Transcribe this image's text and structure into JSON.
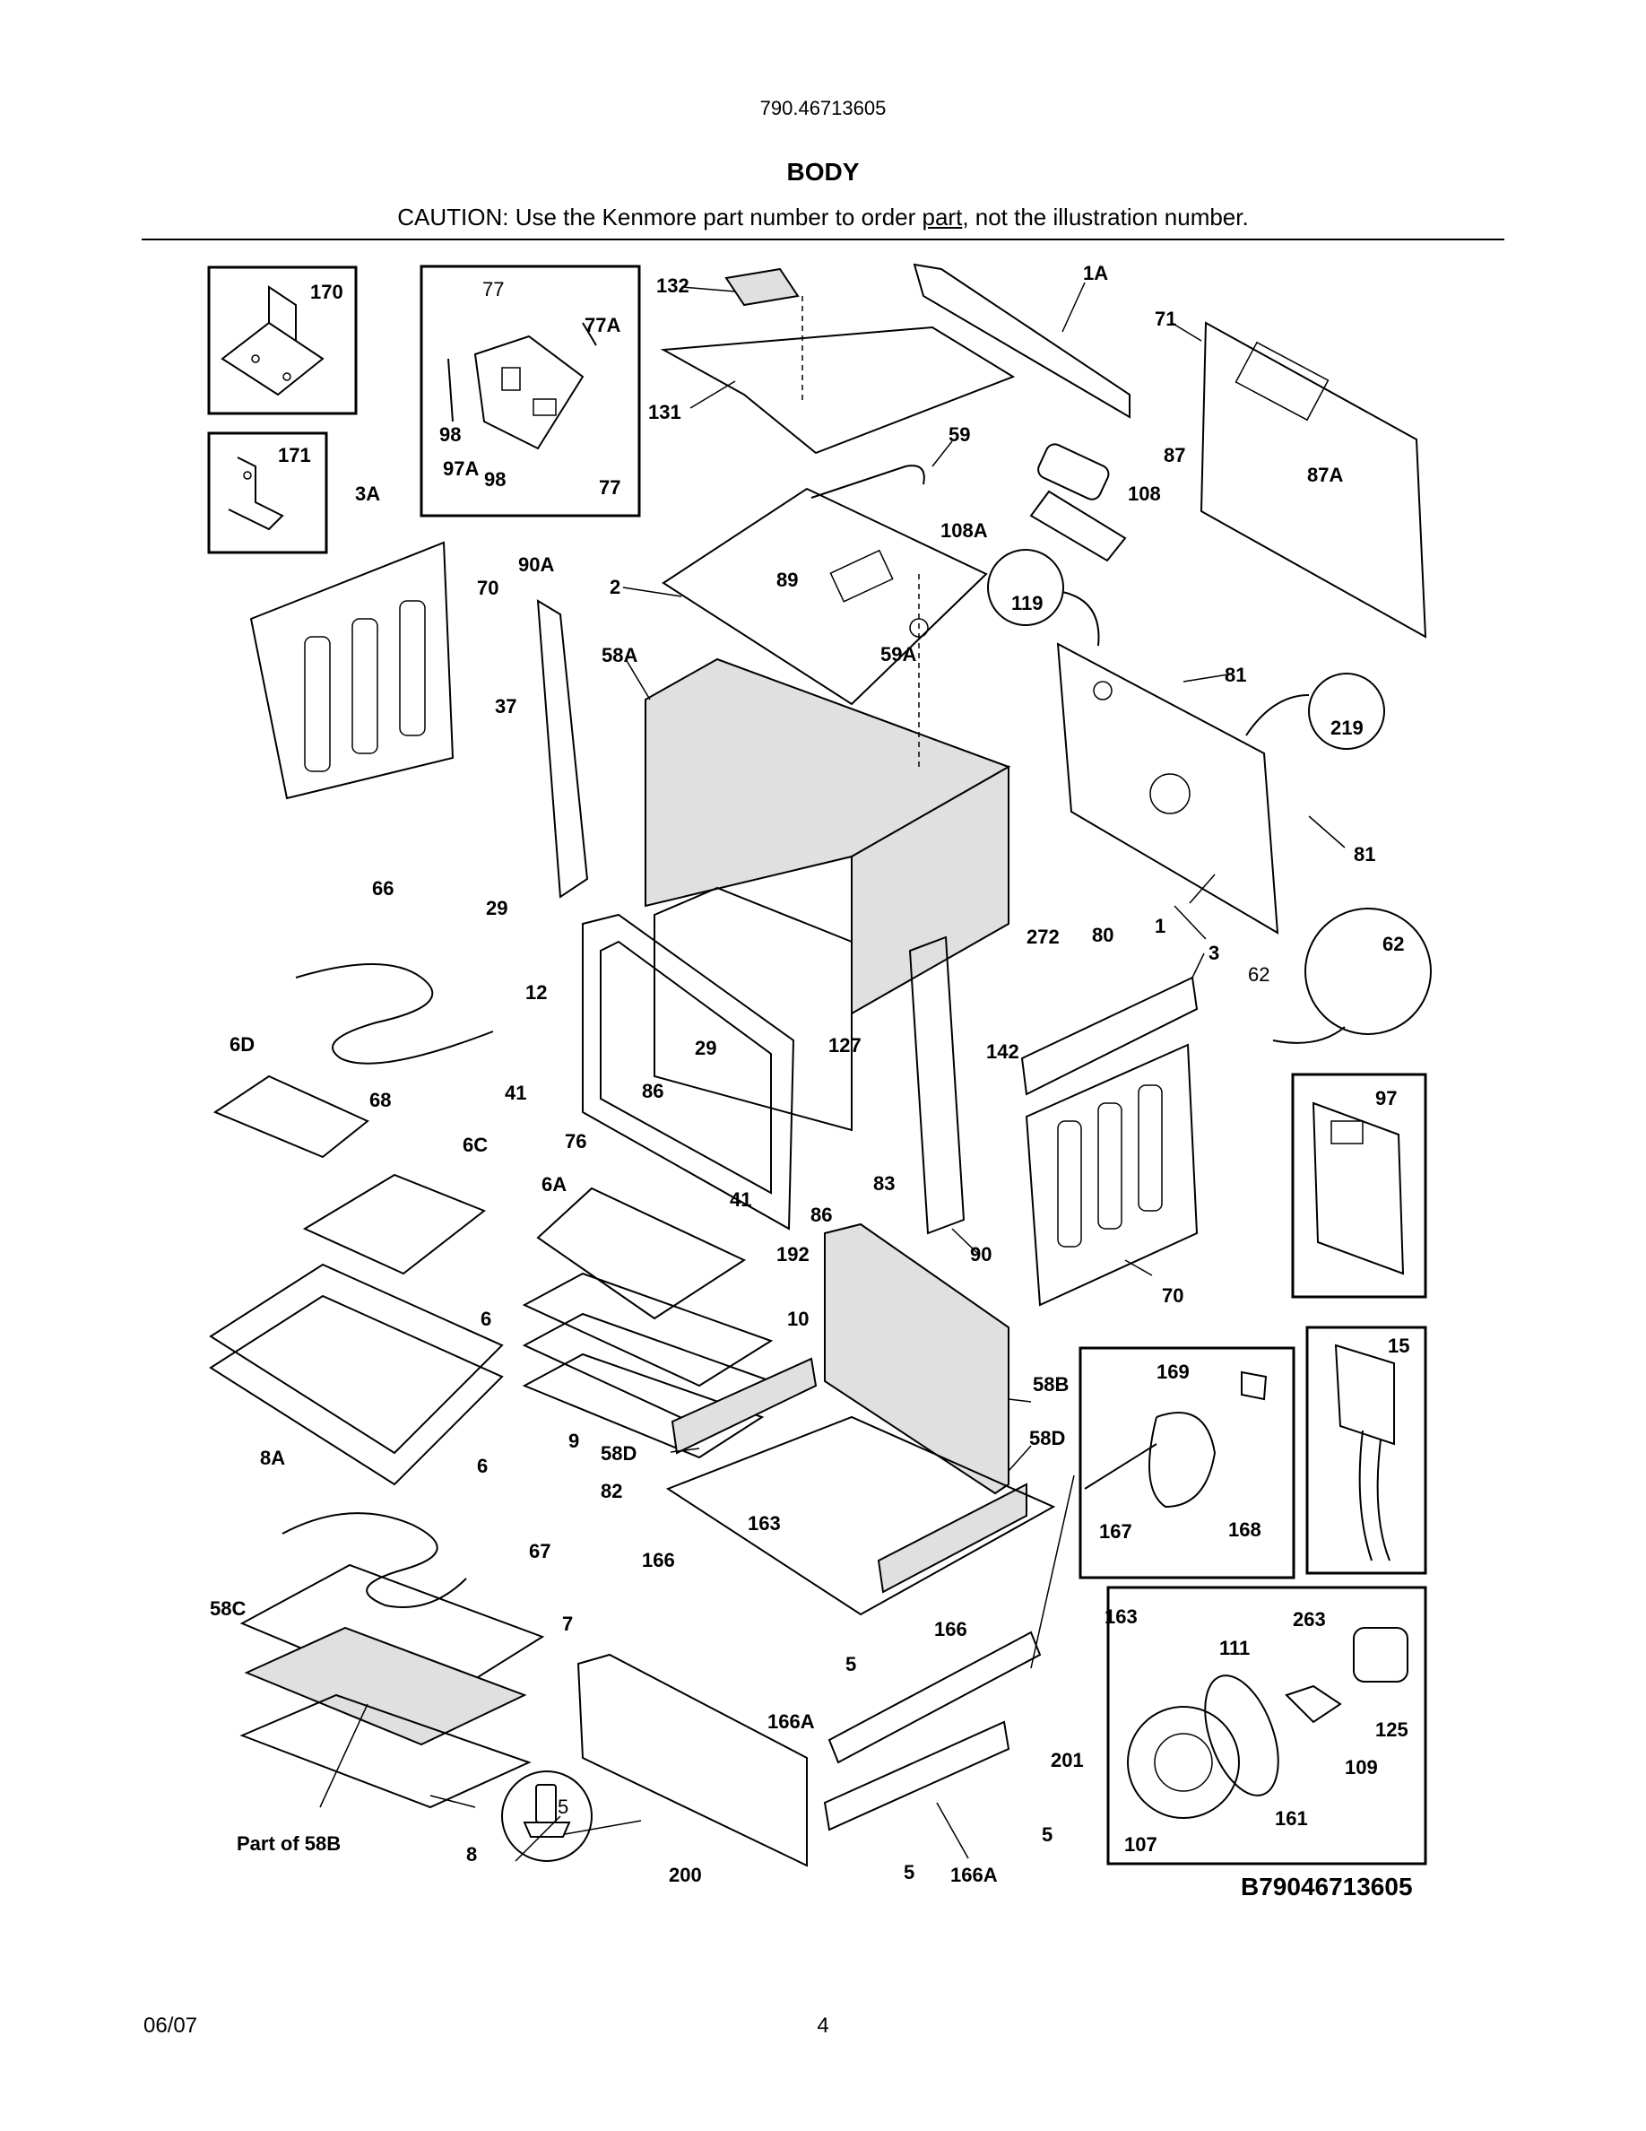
{
  "header": {
    "model_number": "790.46713605",
    "section_title": "BODY",
    "caution_prefix": "CAUTION: Use the Kenmore part number to order ",
    "caution_link": "part",
    "caution_suffix": ", not the illustration number."
  },
  "diagram": {
    "labels": {
      "l170": "170",
      "l171": "171",
      "l77a": "77",
      "l77b": "77A",
      "l98a": "98",
      "l97a": "97A",
      "l98b": "98",
      "l77c": "77",
      "l132": "132",
      "l131": "131",
      "l1A": "1A",
      "l71": "71",
      "l59": "59",
      "l87": "87",
      "l87A": "87A",
      "l108": "108",
      "l108A": "108A",
      "l119": "119",
      "l3A": "3A",
      "l70a": "70",
      "l90A": "90A",
      "l2": "2",
      "l89": "89",
      "l59A": "59A",
      "l58A": "58A",
      "l81a": "81",
      "l219": "219",
      "l37": "37",
      "l81b": "81",
      "l66": "66",
      "l29a": "29",
      "l12": "12",
      "l272": "272",
      "l80": "80",
      "l1": "1",
      "l3": "3",
      "l62a": "62",
      "l62b": "62",
      "l6D": "6D",
      "l29b": "29",
      "l127": "127",
      "l142": "142",
      "l41a": "41",
      "l86a": "86",
      "l68": "68",
      "l76": "76",
      "l6C": "6C",
      "l97": "97",
      "l6A": "6A",
      "l83": "83",
      "l41b": "41",
      "l86b": "86",
      "l90": "90",
      "l192": "192",
      "l70b": "70",
      "l6a": "6",
      "l10": "10",
      "l15": "15",
      "l169": "169",
      "l58B": "58B",
      "l9": "9",
      "l58Da": "58D",
      "l6b": "6",
      "l58Db": "58D",
      "l8A": "8A",
      "l82": "82",
      "l163a": "163",
      "l167": "167",
      "l168": "168",
      "l67": "67",
      "l166a": "166",
      "l58C": "58C",
      "l7": "7",
      "l166b": "166",
      "l163b": "163",
      "l263": "263",
      "l5a": "5",
      "l111": "111",
      "l166Aa": "166A",
      "l125": "125",
      "l201": "201",
      "l109": "109",
      "l5b": "5",
      "l5c": "5",
      "l161": "161",
      "lpart58B": "Part of 58B",
      "l8": "8",
      "l200": "200",
      "l5d": "5",
      "l166Ab": "166A",
      "l107": "107"
    },
    "diagram_code": "B79046713605"
  },
  "footer": {
    "date": "06/07",
    "page_number": "4"
  }
}
